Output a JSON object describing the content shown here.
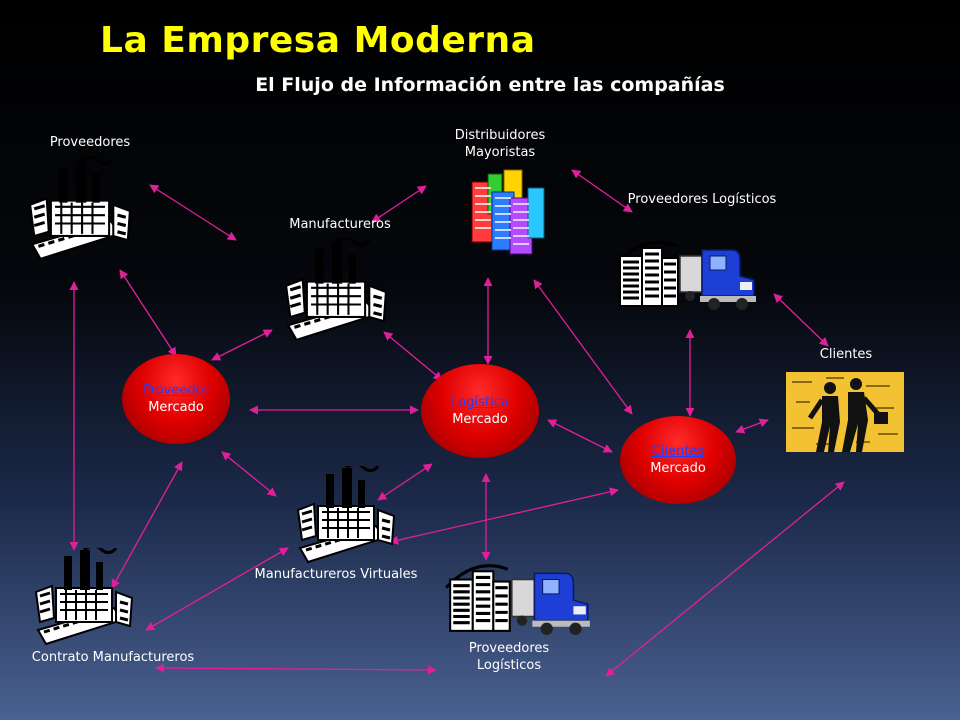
{
  "header": {
    "title": "La Empresa Moderna",
    "subtitle": "El Flujo de Información entre las compañías"
  },
  "labels": {
    "proveedores": "Proveedores",
    "distribuidores_line1": "Distribuidores",
    "distribuidores_line2": "Mayoristas",
    "proveedores_logisticos_top": "Proveedores Logísticos",
    "manufactureros": "Manufactureros",
    "clientes": "Clientes",
    "manufactureros_virtuales": "Manufactureros Virtuales",
    "contrato_manufactureros": "Contrato Manufactureros",
    "proveedores_logisticos_bottom_line1": "Proveedores",
    "proveedores_logisticos_bottom_line2": "Logísticos"
  },
  "markets": {
    "proveedor": {
      "link": "Proveedor",
      "text": "Mercado"
    },
    "logistica": {
      "link": "Logística",
      "text": "Mercado"
    },
    "clientes": {
      "link": "Clientes",
      "text": "Mercado"
    }
  },
  "colors": {
    "title": "#ffff00",
    "arrow": "#e0209a",
    "market_node": "#e00000",
    "link": "#1f3fff"
  },
  "icons": [
    "factory-icon",
    "city-buildings-icon",
    "truck-icon",
    "business-people-icon"
  ]
}
